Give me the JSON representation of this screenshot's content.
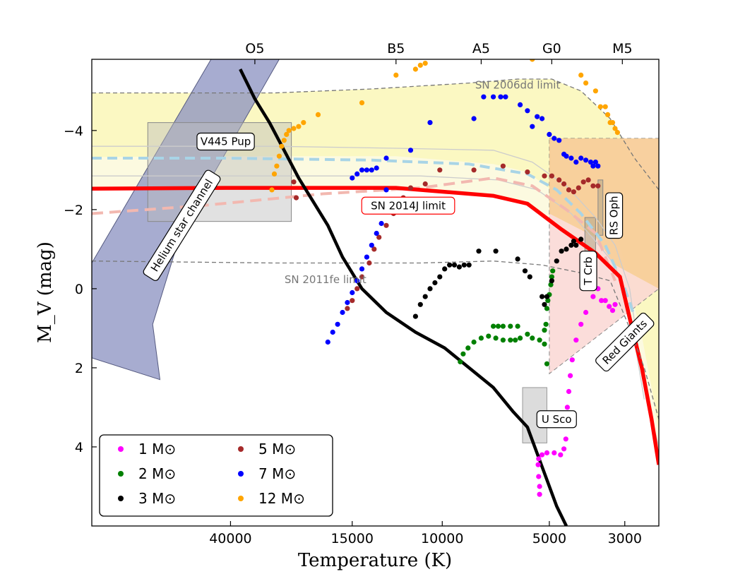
{
  "chart_data": {
    "type": "scatter",
    "xlabel": "Temperature (K)",
    "ylabel": "M_V  (mag)",
    "xlim": [
      -5.75,
      5.9
    ],
    "ylim": [
      6.0,
      -5.8
    ],
    "x_ticks": [
      {
        "pos": -2.9,
        "label": "40000"
      },
      {
        "pos": -0.4,
        "label": "15000"
      },
      {
        "pos": 1.45,
        "label": "10000"
      },
      {
        "pos": 3.65,
        "label": "5000"
      },
      {
        "pos": 5.2,
        "label": "3000"
      }
    ],
    "spectral_ticks": [
      {
        "pos": -2.4,
        "label": "O5"
      },
      {
        "pos": 0.5,
        "label": "B5"
      },
      {
        "pos": 2.25,
        "label": "A5"
      },
      {
        "pos": 3.7,
        "label": "G0"
      },
      {
        "pos": 5.15,
        "label": "M5"
      }
    ],
    "y_ticks": [
      {
        "v": -4,
        "label": "−4"
      },
      {
        "v": -2,
        "label": "−2"
      },
      {
        "v": 0,
        "label": "0"
      },
      {
        "v": 2,
        "label": "2"
      },
      {
        "v": 4,
        "label": "4"
      }
    ],
    "regions": {
      "helium_channel": {
        "label": "Helium star channel",
        "color": "#8a90c0",
        "points": [
          [
            -3.3,
            -5.8
          ],
          [
            -1.9,
            -5.8
          ],
          [
            -3.9,
            -1.5
          ],
          [
            -4.5,
            0.9
          ],
          [
            -4.35,
            2.3
          ],
          [
            -5.75,
            1.75
          ],
          [
            -5.75,
            -0.65
          ]
        ]
      },
      "v445_pup": {
        "label": "V445 Pup",
        "rect": [
          -4.6,
          -1.7,
          -4.2,
          -1.65
        ]
      },
      "red_giants": {
        "label": "Red Giants",
        "points": [
          [
            3.65,
            -3.8
          ],
          [
            5.9,
            -3.8
          ],
          [
            5.9,
            0.0
          ],
          [
            3.65,
            2.15
          ]
        ]
      },
      "rs_oph": {
        "label": "RS Oph"
      },
      "t_crb": {
        "label": "T Crb"
      },
      "u_sco": {
        "label": "U Sco",
        "rect": [
          3.1,
          2.5,
          3.6,
          3.9
        ]
      }
    },
    "limits": [
      {
        "name": "SN 2014J limit",
        "color": "#ff0000",
        "points": [
          [
            -5.75,
            -2.53
          ],
          [
            -3.0,
            -2.55
          ],
          [
            0.5,
            -2.55
          ],
          [
            1.5,
            -2.45
          ],
          [
            2.5,
            -2.35
          ],
          [
            3.2,
            -2.15
          ],
          [
            3.9,
            -1.5
          ],
          [
            4.6,
            -0.9
          ],
          [
            5.1,
            -0.3
          ],
          [
            5.35,
            1.0
          ],
          [
            5.55,
            2.0
          ],
          [
            5.75,
            3.3
          ],
          [
            5.9,
            4.45
          ]
        ]
      },
      {
        "name": "SN 2006dd limit",
        "color": "#777777",
        "points": [
          [
            -5.75,
            -4.95
          ],
          [
            -2.0,
            -4.95
          ],
          [
            0.0,
            -5.05
          ],
          [
            2.0,
            -5.2
          ],
          [
            3.0,
            -5.3
          ],
          [
            3.7,
            -5.3
          ],
          [
            4.3,
            -5.0
          ],
          [
            4.9,
            -4.3
          ],
          [
            5.4,
            -3.3
          ],
          [
            5.9,
            -2.5
          ]
        ]
      },
      {
        "name": "SN 2011fe limit",
        "color": "#777777",
        "points": [
          [
            -5.75,
            -0.7
          ],
          [
            -2.0,
            -0.65
          ],
          [
            1.0,
            -0.65
          ],
          [
            2.5,
            -0.7
          ],
          [
            3.5,
            -0.6
          ],
          [
            4.3,
            -0.4
          ],
          [
            4.9,
            -0.2
          ],
          [
            5.3,
            1.0
          ],
          [
            5.6,
            2.0
          ],
          [
            5.9,
            3.3
          ]
        ]
      }
    ],
    "series": [
      {
        "name": "1 M⊙",
        "color": "#ff00ff",
        "points": [
          [
            3.45,
            5.2
          ],
          [
            3.45,
            5.0
          ],
          [
            3.43,
            4.75
          ],
          [
            3.42,
            4.45
          ],
          [
            3.43,
            4.3
          ],
          [
            3.5,
            4.2
          ],
          [
            3.6,
            4.15
          ],
          [
            3.75,
            4.15
          ],
          [
            3.88,
            4.2
          ],
          [
            3.95,
            4.05
          ],
          [
            3.99,
            3.8
          ],
          [
            4.0,
            3.4
          ],
          [
            4.02,
            3.0
          ],
          [
            4.05,
            2.6
          ],
          [
            4.08,
            2.2
          ],
          [
            4.12,
            1.8
          ],
          [
            4.2,
            1.3
          ],
          [
            4.3,
            0.9
          ],
          [
            4.4,
            0.6
          ],
          [
            4.55,
            0.2
          ],
          [
            4.65,
            0.0
          ],
          [
            4.72,
            0.3
          ],
          [
            4.8,
            0.3
          ],
          [
            4.88,
            0.45
          ],
          [
            4.95,
            0.55
          ],
          [
            5.0,
            0.4
          ]
        ]
      },
      {
        "name": "2 M⊙",
        "color": "#008000",
        "points": [
          [
            1.82,
            1.85
          ],
          [
            1.88,
            1.65
          ],
          [
            1.98,
            1.5
          ],
          [
            2.1,
            1.35
          ],
          [
            2.25,
            1.25
          ],
          [
            2.4,
            1.2
          ],
          [
            2.55,
            1.25
          ],
          [
            2.7,
            1.3
          ],
          [
            2.85,
            1.3
          ],
          [
            2.95,
            1.3
          ],
          [
            3.05,
            1.25
          ],
          [
            3.2,
            1.15
          ],
          [
            3.3,
            1.25
          ],
          [
            3.45,
            1.3
          ],
          [
            3.55,
            1.05
          ],
          [
            3.55,
            1.4
          ],
          [
            3.58,
            0.9
          ],
          [
            3.6,
            0.5
          ],
          [
            3.62,
            0.3
          ],
          [
            3.65,
            0.15
          ],
          [
            3.68,
            -0.1
          ],
          [
            3.7,
            -0.3
          ],
          [
            3.72,
            -0.45
          ],
          [
            3.6,
            1.9
          ],
          [
            2.5,
            0.95
          ],
          [
            2.6,
            0.95
          ],
          [
            2.7,
            0.95
          ],
          [
            2.85,
            0.95
          ],
          [
            3.0,
            0.95
          ]
        ]
      },
      {
        "name": "3 M⊙",
        "color": "#000000",
        "points": [
          [
            0.9,
            0.7
          ],
          [
            1.0,
            0.4
          ],
          [
            1.1,
            0.2
          ],
          [
            1.2,
            0.0
          ],
          [
            1.3,
            -0.15
          ],
          [
            1.4,
            -0.3
          ],
          [
            1.5,
            -0.5
          ],
          [
            1.6,
            -0.6
          ],
          [
            1.7,
            -0.6
          ],
          [
            1.8,
            -0.55
          ],
          [
            1.9,
            -0.6
          ],
          [
            2.0,
            -0.6
          ],
          [
            2.2,
            -0.95
          ],
          [
            2.55,
            -0.95
          ],
          [
            3.0,
            -0.75
          ],
          [
            3.15,
            -0.45
          ],
          [
            3.25,
            -0.3
          ],
          [
            3.5,
            0.2
          ],
          [
            3.55,
            0.4
          ],
          [
            3.6,
            0.2
          ],
          [
            3.7,
            -0.2
          ],
          [
            3.8,
            -0.7
          ],
          [
            3.9,
            -0.95
          ],
          [
            4.0,
            -1.0
          ],
          [
            4.1,
            -1.1
          ],
          [
            4.15,
            -1.2
          ],
          [
            4.2,
            -1.1
          ],
          [
            4.3,
            -1.25
          ]
        ]
      },
      {
        "name": "5 M⊙",
        "color": "#a52a2a",
        "points": [
          [
            -1.6,
            -2.7
          ],
          [
            -1.55,
            -2.3
          ],
          [
            -0.5,
            0.5
          ],
          [
            -0.4,
            0.3
          ],
          [
            -0.3,
            0.0
          ],
          [
            -0.2,
            -0.3
          ],
          [
            -0.05,
            -0.65
          ],
          [
            0.05,
            -1.0
          ],
          [
            0.15,
            -1.3
          ],
          [
            0.3,
            -1.6
          ],
          [
            0.45,
            -1.9
          ],
          [
            0.55,
            -2.1
          ],
          [
            0.65,
            -2.3
          ],
          [
            0.8,
            -2.55
          ],
          [
            1.1,
            -2.65
          ],
          [
            1.4,
            -3.0
          ],
          [
            2.1,
            -3.0
          ],
          [
            2.7,
            -3.1
          ],
          [
            3.2,
            -2.95
          ],
          [
            3.55,
            -2.85
          ],
          [
            3.7,
            -2.85
          ],
          [
            3.85,
            -2.75
          ],
          [
            3.95,
            -2.65
          ],
          [
            4.05,
            -2.5
          ],
          [
            4.15,
            -2.45
          ],
          [
            4.25,
            -2.55
          ],
          [
            4.35,
            -2.7
          ],
          [
            4.45,
            -2.75
          ],
          [
            4.55,
            -2.6
          ],
          [
            4.65,
            -2.6
          ]
        ]
      },
      {
        "name": "7 M⊙",
        "color": "#0000ff",
        "points": [
          [
            -0.9,
            1.35
          ],
          [
            -0.8,
            1.1
          ],
          [
            -0.7,
            0.9
          ],
          [
            -0.6,
            0.6
          ],
          [
            -0.5,
            0.35
          ],
          [
            -0.4,
            0.1
          ],
          [
            -0.3,
            -0.2
          ],
          [
            -0.2,
            -0.5
          ],
          [
            -0.1,
            -0.8
          ],
          [
            0.0,
            -1.1
          ],
          [
            0.1,
            -1.4
          ],
          [
            0.2,
            -1.65
          ],
          [
            0.3,
            -2.5
          ],
          [
            -0.4,
            -2.8
          ],
          [
            -0.3,
            -2.9
          ],
          [
            -0.2,
            -3.0
          ],
          [
            -0.1,
            -3.0
          ],
          [
            0.0,
            -3.0
          ],
          [
            0.1,
            -3.05
          ],
          [
            0.3,
            -3.3
          ],
          [
            0.8,
            -3.5
          ],
          [
            1.2,
            -4.2
          ],
          [
            2.1,
            -4.3
          ],
          [
            2.3,
            -4.85
          ],
          [
            2.5,
            -4.85
          ],
          [
            2.65,
            -4.85
          ],
          [
            2.75,
            -4.85
          ],
          [
            3.05,
            -4.65
          ],
          [
            3.2,
            -4.5
          ],
          [
            3.3,
            -4.1
          ],
          [
            3.4,
            -4.35
          ],
          [
            3.5,
            -4.3
          ],
          [
            3.65,
            -3.9
          ],
          [
            3.75,
            -3.8
          ],
          [
            3.85,
            -3.75
          ],
          [
            3.95,
            -3.4
          ],
          [
            4.0,
            -3.35
          ],
          [
            4.1,
            -3.3
          ],
          [
            4.2,
            -3.2
          ],
          [
            4.3,
            -3.3
          ],
          [
            4.4,
            -3.25
          ],
          [
            4.5,
            -3.2
          ],
          [
            4.55,
            -3.1
          ],
          [
            4.6,
            -3.2
          ],
          [
            4.65,
            -3.1
          ]
        ]
      },
      {
        "name": "12 M⊙",
        "color": "#ffa500",
        "points": [
          [
            -2.05,
            -2.5
          ],
          [
            -2.0,
            -2.9
          ],
          [
            -1.95,
            -3.1
          ],
          [
            -1.9,
            -3.35
          ],
          [
            -1.85,
            -3.6
          ],
          [
            -1.8,
            -3.75
          ],
          [
            -1.75,
            -3.9
          ],
          [
            -1.7,
            -4.0
          ],
          [
            -1.6,
            -4.05
          ],
          [
            -1.5,
            -4.1
          ],
          [
            -1.4,
            -4.2
          ],
          [
            -1.1,
            -4.4
          ],
          [
            -0.2,
            -4.7
          ],
          [
            0.5,
            -5.4
          ],
          [
            0.9,
            -5.55
          ],
          [
            1.0,
            -5.65
          ],
          [
            1.1,
            -5.7
          ],
          [
            3.3,
            -5.8
          ],
          [
            4.3,
            -5.4
          ],
          [
            4.4,
            -5.2
          ],
          [
            4.6,
            -5.0
          ],
          [
            4.7,
            -4.6
          ],
          [
            4.8,
            -4.6
          ],
          [
            4.85,
            -4.4
          ],
          [
            4.9,
            -4.2
          ],
          [
            4.95,
            -4.2
          ],
          [
            5.0,
            -4.05
          ],
          [
            5.05,
            -3.95
          ]
        ]
      }
    ],
    "main_sequence": {
      "points": [
        [
          -2.7,
          -5.55
        ],
        [
          -2.4,
          -4.8
        ],
        [
          -2.1,
          -4.2
        ],
        [
          -1.8,
          -3.5
        ],
        [
          -1.5,
          -2.8
        ],
        [
          -1.2,
          -2.2
        ],
        [
          -0.9,
          -1.6
        ],
        [
          -0.6,
          -0.8
        ],
        [
          -0.2,
          0.0
        ],
        [
          0.3,
          0.6
        ],
        [
          0.9,
          1.1
        ],
        [
          1.5,
          1.5
        ],
        [
          2.0,
          2.0
        ],
        [
          2.5,
          2.5
        ],
        [
          2.9,
          3.1
        ],
        [
          3.2,
          3.5
        ],
        [
          3.5,
          4.5
        ],
        [
          3.8,
          5.5
        ],
        [
          4.0,
          6.0
        ]
      ]
    },
    "legend": {
      "position": "lower-left"
    }
  }
}
